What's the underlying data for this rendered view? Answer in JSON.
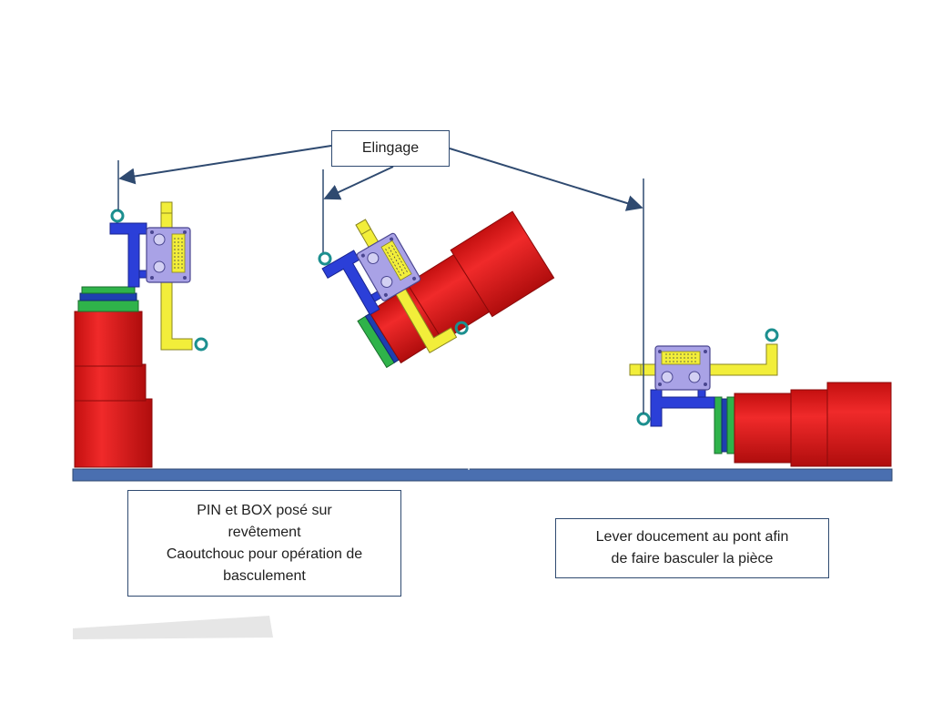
{
  "callouts": {
    "elingage": "Elingage",
    "pin_box": {
      "line1": "PIN et BOX posé sur",
      "line2": "revêtement",
      "line3": "Caoutchouc pour opération de",
      "line4": "basculement"
    },
    "lever": {
      "line1": "Lever doucement au pont afin",
      "line2": "de faire basculer la pièce"
    }
  },
  "colors": {
    "tubular": "#e21c1c",
    "tubular_dark": "#a80d0d",
    "rubber_ring_green": "#2fb34a",
    "rubber_ring_blue": "#1e3fb0",
    "clamp_yellow": "#f2ee3a",
    "clamp_blue": "#2b3fd8",
    "clamp_plate_lavender": "#a9a2e6",
    "lifting_eye": "#1c8f8f",
    "sling_line": "#2f4a70",
    "floor": "#4a6fb0",
    "callout_border": "#2f4a70"
  },
  "stages": [
    {
      "name": "upright",
      "angle_deg": 0
    },
    {
      "name": "tilting",
      "angle_deg": -40
    },
    {
      "name": "horizontal",
      "angle_deg": -90
    }
  ]
}
